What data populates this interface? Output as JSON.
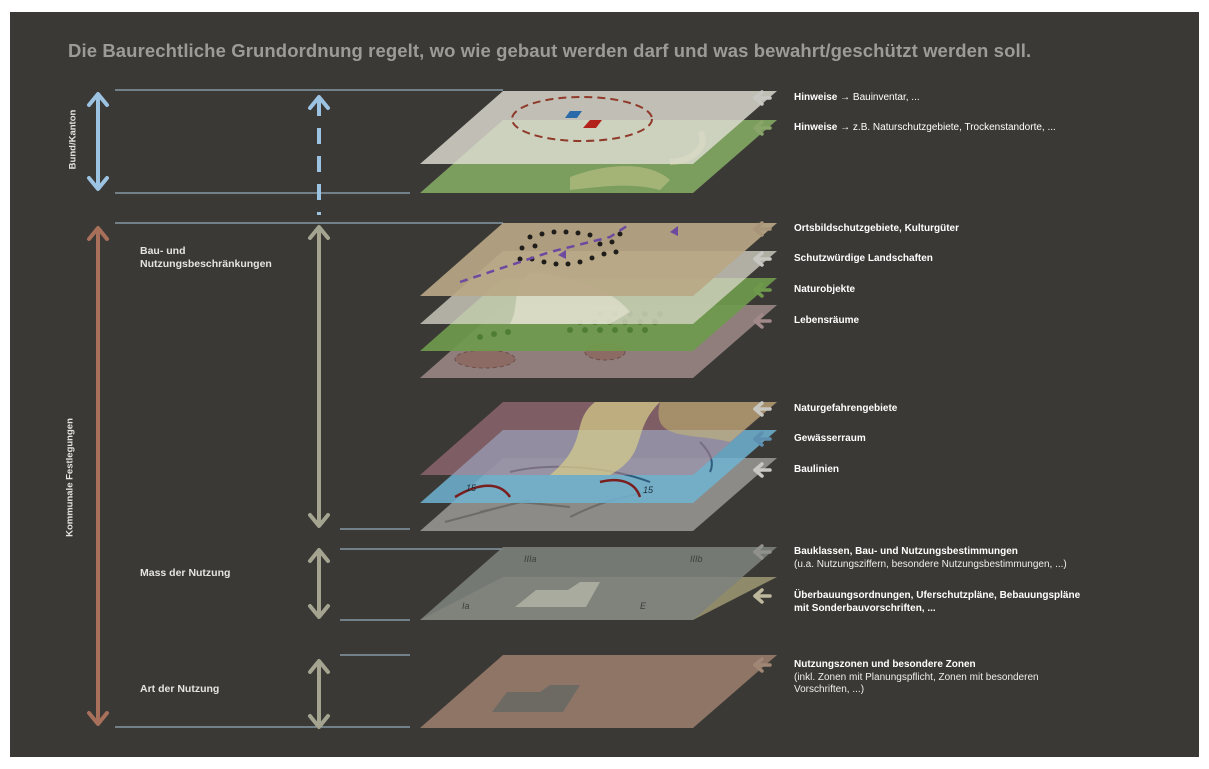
{
  "title": "Die Baurechtliche Grundordnung regelt, wo wie gebaut werden darf und was bewahrt/geschützt werden soll.",
  "left_axis": {
    "top_label": "Bund/Kanton",
    "bottom_label": "Kommunale Festlegungen"
  },
  "sections": {
    "bau": "Bau- und\nNutzungsbeschränkungen",
    "mass": "Mass der Nutzung",
    "art": "Art der Nutzung"
  },
  "layers": [
    {
      "bold": "Hinweise",
      "arrow": " → ",
      "rest": "Bauinventar, ...",
      "color": "#c9c7c2"
    },
    {
      "bold": "Hinweise",
      "arrow": " → ",
      "rest": "z.B. Naturschutzgebiete, Trockenstandorte, ...",
      "color": "#8aa56a"
    },
    {
      "bold": "Ortsbildschutzgebiete, Kulturgüter",
      "color": "#a89478"
    },
    {
      "bold": "Schutzwürdige Landschaften",
      "color": "#c9c7c2"
    },
    {
      "bold": "Naturobjekte",
      "color": "#6f9a4c"
    },
    {
      "bold": "Lebensräume",
      "color": "#a1898a"
    },
    {
      "bold": "Naturgefahrengebiete",
      "color": "#c9c7c2"
    },
    {
      "bold": "Gewässerraum",
      "color": "#5d8fb0"
    },
    {
      "bold": "Baulinien",
      "color": "#c9c7c2"
    },
    {
      "bold": "Bauklassen, Bau- und Nutzungsbestimmungen",
      "sub": "(u.a. Nutzungsziffern, besondere Nutzungsbestimmungen, ...)",
      "color": "#8f918a"
    },
    {
      "bold": "Überbauungsordnungen, Uferschutzpläne, Bebauungspläne\nmit Sonderbauvorschriften, ...",
      "color": "#bdb79b"
    },
    {
      "bold": "Nutzungszonen und besondere Zonen",
      "sub": "(inkl. Zonen mit Planungspflicht, Zonen mit besonderen\nVorschriften, ...)",
      "color": "#a08675"
    }
  ],
  "map_labels": {
    "zone_iiia": "IIIa",
    "zone_iiib": "IIIb",
    "zone_ia": "Ia",
    "zone_e": "E",
    "line_15_left": "15",
    "line_15_right": "15"
  },
  "colors": {
    "background": "#3b3935",
    "bund_arrow": "#9dc3e3",
    "kommunal_arrow": "#a8705a",
    "stage_arrow": "#a4a490",
    "guide_line": "#a9c6de"
  }
}
